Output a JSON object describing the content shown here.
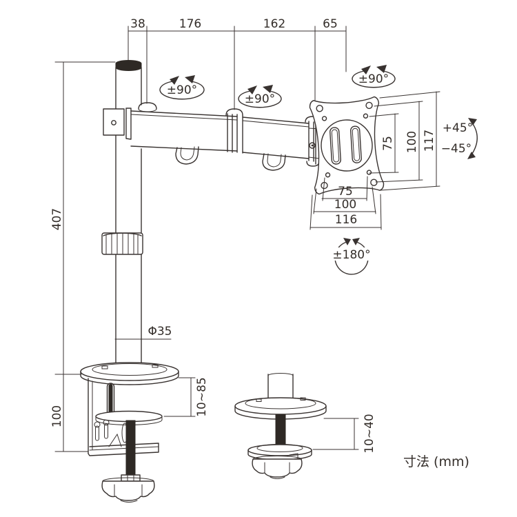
{
  "diagram": {
    "unit_note": "寸法 (mm)",
    "arm": {
      "offsets": [
        "38",
        "176",
        "162",
        "65"
      ],
      "joint1_rotation": "±90°",
      "joint2_rotation": "±90°"
    },
    "vesa": {
      "swivel": "±90°",
      "tilt_up": "+45°",
      "tilt_down": "−45°",
      "rotation": "±180°",
      "vertical": [
        "75",
        "100",
        "117"
      ],
      "horizontal": [
        "75",
        "100",
        "116"
      ]
    },
    "pole": {
      "height": "407",
      "diameter": "Φ35"
    },
    "clamp": {
      "height": "100",
      "desk_range": "10~85"
    },
    "grommet": {
      "desk_range": "10~40"
    }
  }
}
